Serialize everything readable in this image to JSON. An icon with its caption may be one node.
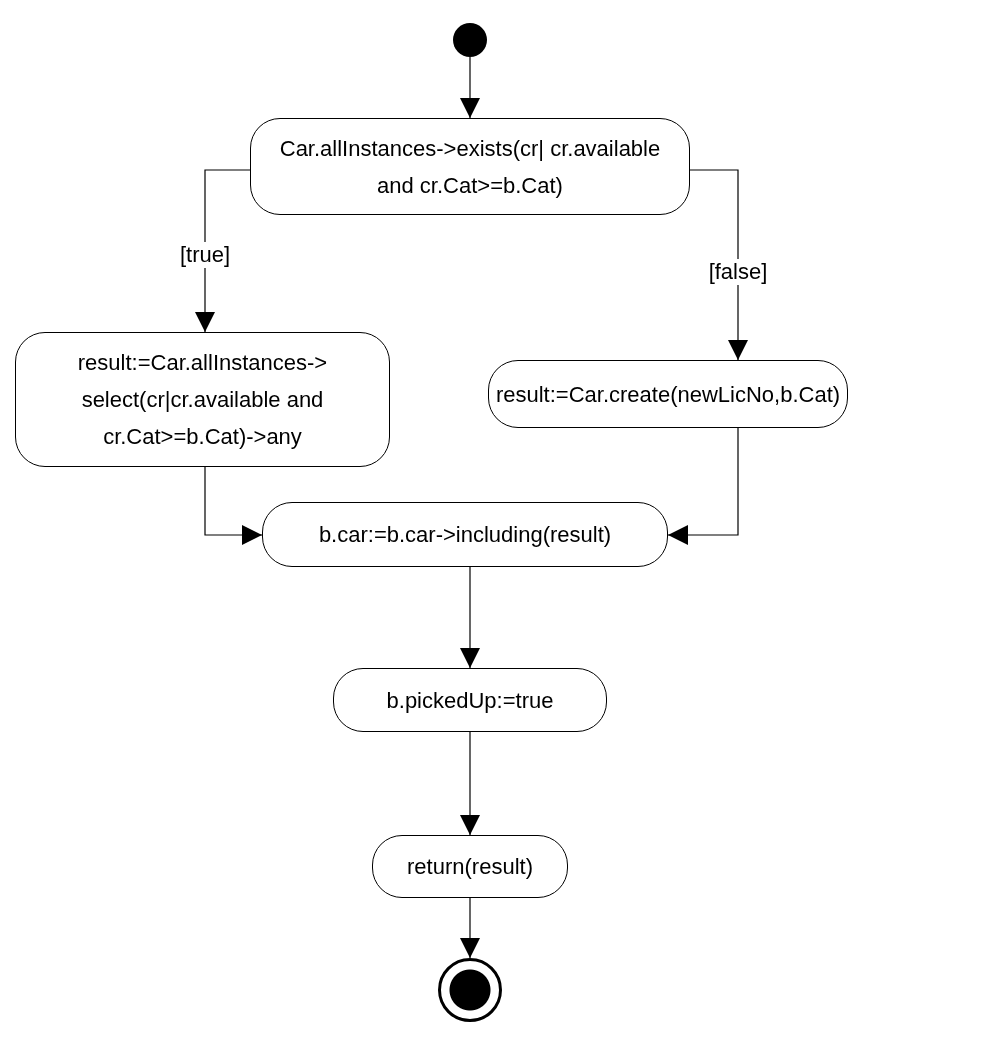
{
  "diagram": {
    "nodes": [
      {
        "text": [],
        "shape": "circle"
      },
      {
        "text": [
          "Car.allInstances->exists(cr| cr.available and cr.Cat>=b.Cat)"
        ]
      },
      {
        "text": [
          "result:=Car.allInstances-> select(cr|cr.available and cr.Cat>=b.Cat)->any"
        ]
      },
      {
        "text": [
          "result:=Car.create(newLicNo,b.Cat)"
        ]
      },
      {
        "text": [
          "b.car:=b.car->including(result)"
        ]
      },
      {
        "text": [
          "b.pickedUp:=true"
        ]
      },
      {
        "text": [
          "return(result)"
        ]
      },
      {
        "text": [],
        "shape": "circle"
      }
    ],
    "edges": [
      {
        "from": 0,
        "to": 1,
        "arrow": "to"
      },
      {
        "from": 1,
        "to": 2,
        "arrow": "to",
        "label": "[true]"
      },
      {
        "from": 1,
        "to": 3,
        "arrow": "to",
        "label": "[false]"
      },
      {
        "from": 2,
        "to": 4,
        "arrow": "to"
      },
      {
        "from": 3,
        "to": 4,
        "arrow": "to"
      },
      {
        "from": 4,
        "to": 5,
        "arrow": "to"
      },
      {
        "from": 5,
        "to": 6,
        "arrow": "to"
      },
      {
        "from": 6,
        "to": 7,
        "arrow": "to"
      }
    ]
  }
}
